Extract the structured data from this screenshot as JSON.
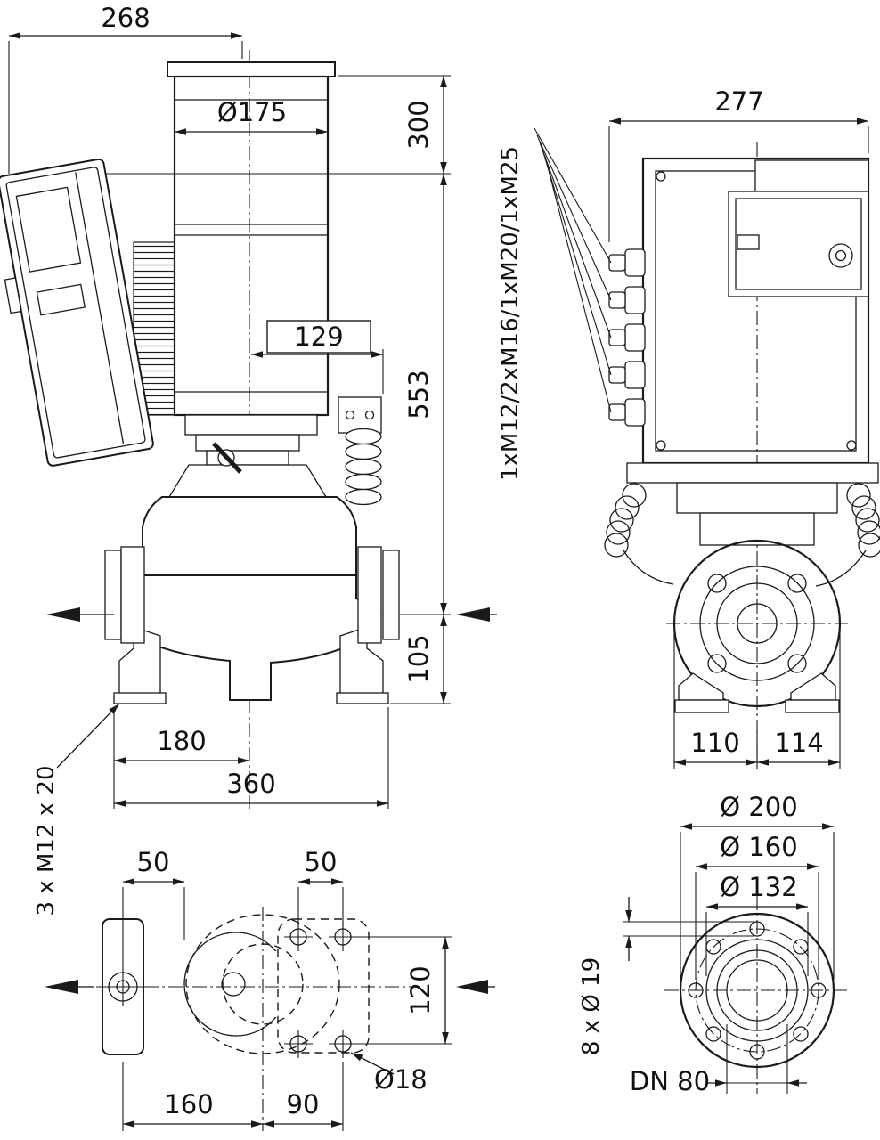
{
  "drawing": {
    "views": {
      "side": {
        "dims": {
          "total_width": "268",
          "motor_diameter": "Ø175",
          "height_upper": "300",
          "dim_129": "129",
          "height_mid": "553",
          "axis_to_base": "105",
          "foot_offset": "180",
          "foot_width": "360",
          "foot_bolts": "3 x M12 x 20"
        }
      },
      "front": {
        "dims": {
          "total_width": "277",
          "cable_glands": "1xM12/2xM16/1xM20/1xM25",
          "axis_to_left": "110",
          "axis_to_right": "114"
        }
      },
      "foot": {
        "dims": {
          "pitch_left": "50",
          "pitch_right": "50",
          "pitch_vertical": "120",
          "hole_diameter": "Ø18",
          "base_left": "160",
          "base_right": "90"
        }
      },
      "flange": {
        "dims": {
          "outer_diameter": "Ø 200",
          "bolt_circle_diameter": "Ø 160",
          "raised_face_diameter": "Ø 132",
          "bolt_holes": "8 x Ø 19",
          "nominal_diameter": "DN 80"
        }
      }
    },
    "colors": {
      "line": "#1a1a1a",
      "background": "#ffffff"
    }
  }
}
